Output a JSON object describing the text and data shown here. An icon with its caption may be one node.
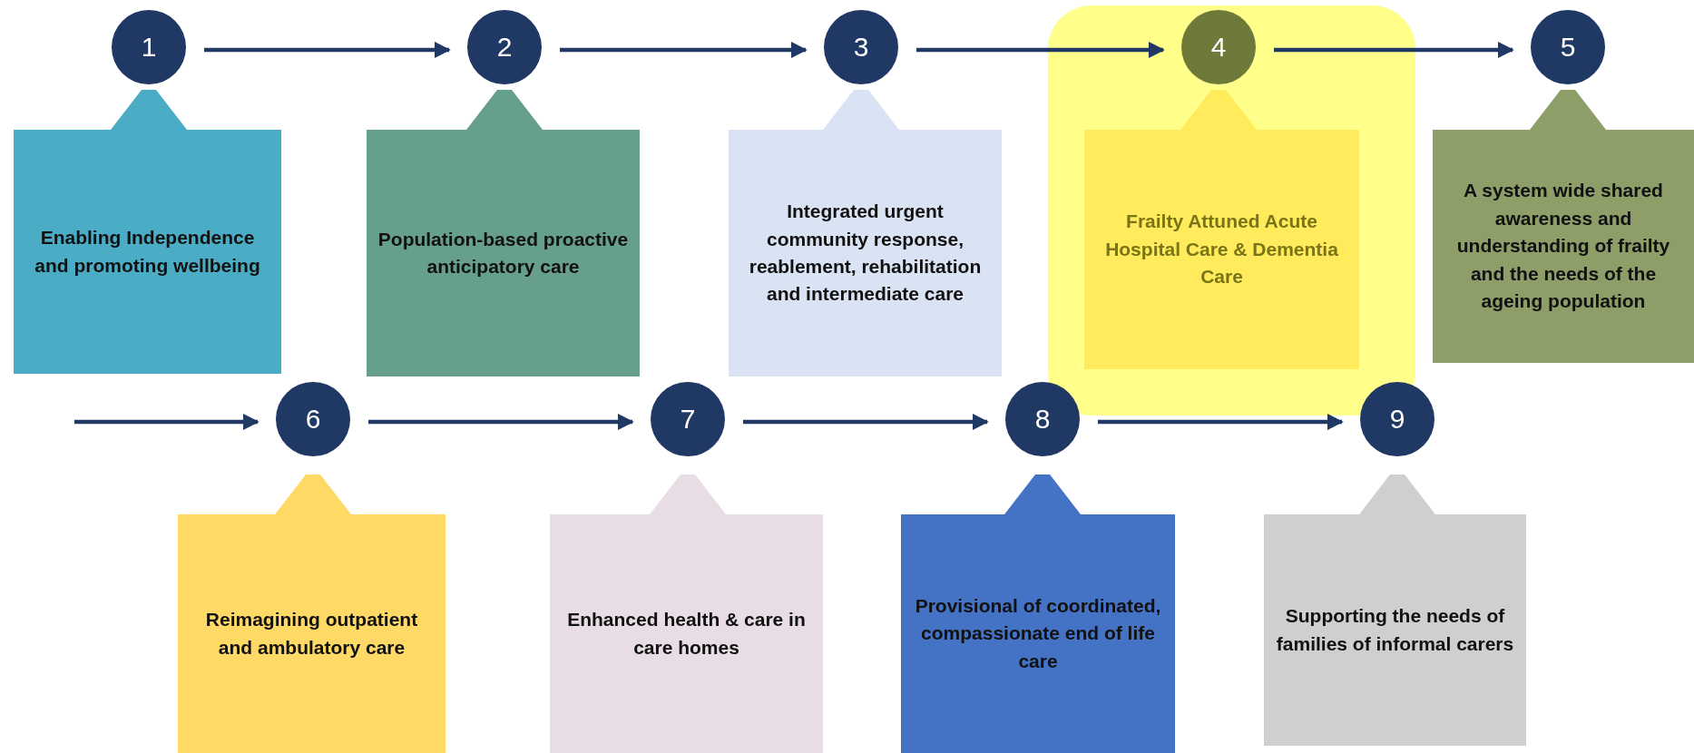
{
  "diagram": {
    "nodes": [
      {
        "text": [
          "1"
        ]
      },
      {
        "text": [
          "Enabling Independence and promoting wellbeing"
        ]
      },
      {
        "text": [
          "2"
        ]
      },
      {
        "text": [
          "Population-based proactive anticipatory care"
        ]
      },
      {
        "text": [
          "3"
        ]
      },
      {
        "text": [
          "Integrated urgent community response, reablement, rehabilitation and intermediate care"
        ]
      },
      {
        "text": [
          "4"
        ]
      },
      {
        "text": [
          "Frailty Attuned Acute Hospital Care & Dementia Care"
        ]
      },
      {
        "text": [
          "5"
        ]
      },
      {
        "text": [
          "A system wide shared awareness and understanding of frailty and the needs of the ageing population"
        ]
      },
      {
        "text": [
          "6"
        ]
      },
      {
        "text": [
          "Reimagining outpatient and ambulatory care"
        ]
      },
      {
        "text": [
          "7"
        ]
      },
      {
        "text": [
          "Enhanced health & care in care homes"
        ]
      },
      {
        "text": [
          "8"
        ]
      },
      {
        "text": [
          "Provisional of coordinated, compassionate end of life care"
        ]
      },
      {
        "text": [
          "9"
        ]
      },
      {
        "text": [
          "Supporting the needs of families of informal carers"
        ]
      }
    ],
    "edges": [
      {
        "from": 0,
        "to": 2,
        "arrow": "to"
      },
      {
        "from": 2,
        "to": 4,
        "arrow": "to"
      },
      {
        "from": 4,
        "to": 6,
        "arrow": "to"
      },
      {
        "from": 6,
        "to": 8,
        "arrow": "to"
      },
      {
        "from": null,
        "to": 10,
        "arrow": "to"
      },
      {
        "from": 10,
        "to": 12,
        "arrow": "to"
      },
      {
        "from": 12,
        "to": 14,
        "arrow": "to"
      },
      {
        "from": 14,
        "to": 16,
        "arrow": "to"
      }
    ]
  }
}
